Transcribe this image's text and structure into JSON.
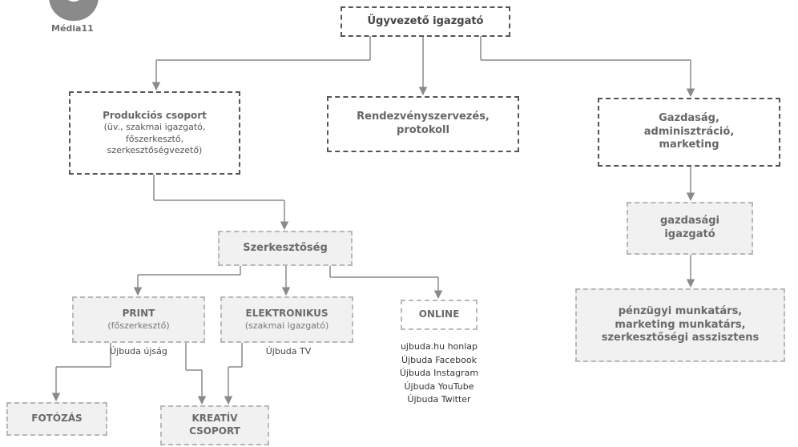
{
  "logo": {
    "text": "Média11"
  },
  "nodes": {
    "ceo": {
      "label": "Ügyvezető igazgató"
    },
    "production": {
      "label": "Produkciós csoport",
      "detail": "(üv., szakmai igazgató, főszerkesztő, szerkesztőségvezető)"
    },
    "events": {
      "label": "Rendezvényszervezés, protokoll"
    },
    "economy": {
      "label": "Gazdaság, adminisztráció, marketing"
    },
    "fin_director": {
      "label": "gazdasági igazgató"
    },
    "staff": {
      "label": "pénzügyi munkatárs, marketing munkatárs, szerkesztőségi asszisztens"
    },
    "editorial": {
      "label": "Szerkesztőség"
    },
    "print": {
      "label": "PRINT",
      "detail": "(főszerkesztő)",
      "caption": "Újbuda újság"
    },
    "electronic": {
      "label": "ELEKTRONIKUS",
      "detail": "(szakmai igazgató)",
      "caption": "Újbuda TV"
    },
    "online": {
      "label": "ONLINE",
      "items": [
        "ujbuda.hu honlap",
        "Újbuda Facebook",
        "Újbuda Instagram",
        "Újbuda YouTube",
        "Újbuda Twitter"
      ]
    },
    "photo": {
      "label": "FOTÓZÁS"
    },
    "creative": {
      "label": "KREATÍV CSOPORT"
    }
  },
  "colors": {
    "connector": "#8a8a8a",
    "border_dark": "#555555",
    "border_light": "#b8b8b8",
    "fill_light": "#f1f1f1"
  }
}
